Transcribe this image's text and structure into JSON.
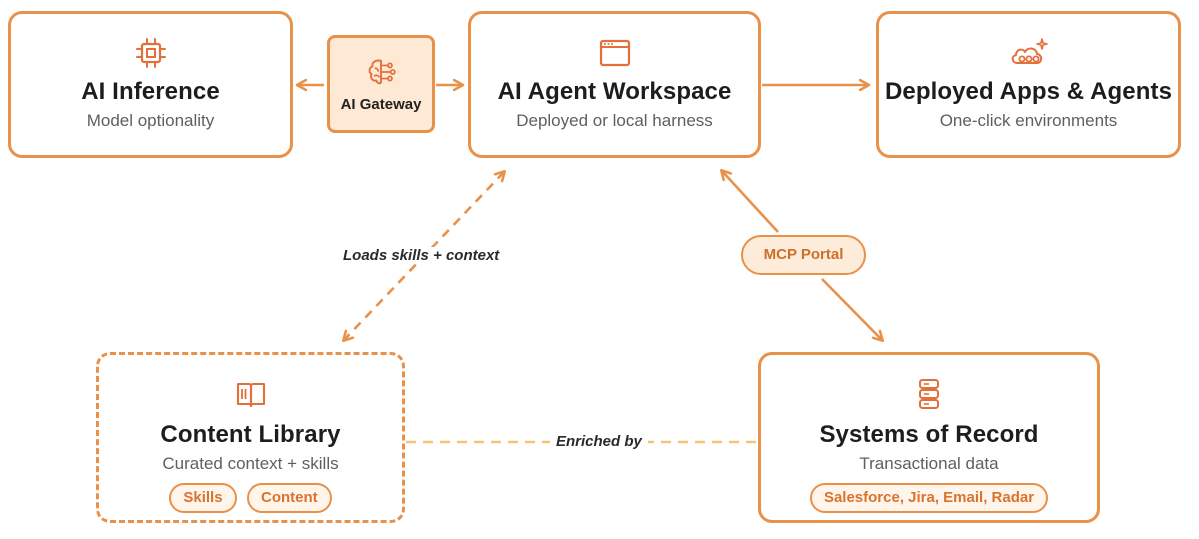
{
  "colors": {
    "accent": "#e8914a",
    "accent_dark": "#d9732d",
    "accent_light_fill": "#fde9d4",
    "dashed_light": "#f2c37c",
    "title_text": "#1d1d1d",
    "subtitle_text": "#5f5f5f"
  },
  "nodes": {
    "ai_inference": {
      "icon": "cpu-chip-icon",
      "title": "AI Inference",
      "subtitle": "Model optionality"
    },
    "ai_gateway": {
      "icon": "brain-circuit-icon",
      "label": "AI Gateway"
    },
    "ai_agent_workspace": {
      "icon": "browser-window-icon",
      "title": "AI Agent Workspace",
      "subtitle": "Deployed or local harness"
    },
    "deployed_apps": {
      "icon": "cloud-sparkle-icon",
      "title": "Deployed Apps & Agents",
      "subtitle": "One-click environments"
    },
    "content_library": {
      "icon": "open-book-icon",
      "title": "Content Library",
      "subtitle": "Curated context + skills",
      "tags": [
        "Skills",
        "Content"
      ]
    },
    "systems_of_record": {
      "icon": "database-stack-icon",
      "title": "Systems of Record",
      "subtitle": "Transactional data",
      "tags": [
        "Salesforce, Jira, Email, Radar"
      ]
    },
    "mcp_portal": {
      "label": "MCP Portal"
    }
  },
  "edges": {
    "loads_label": "Loads skills + context",
    "enriched_label": "Enriched by"
  }
}
